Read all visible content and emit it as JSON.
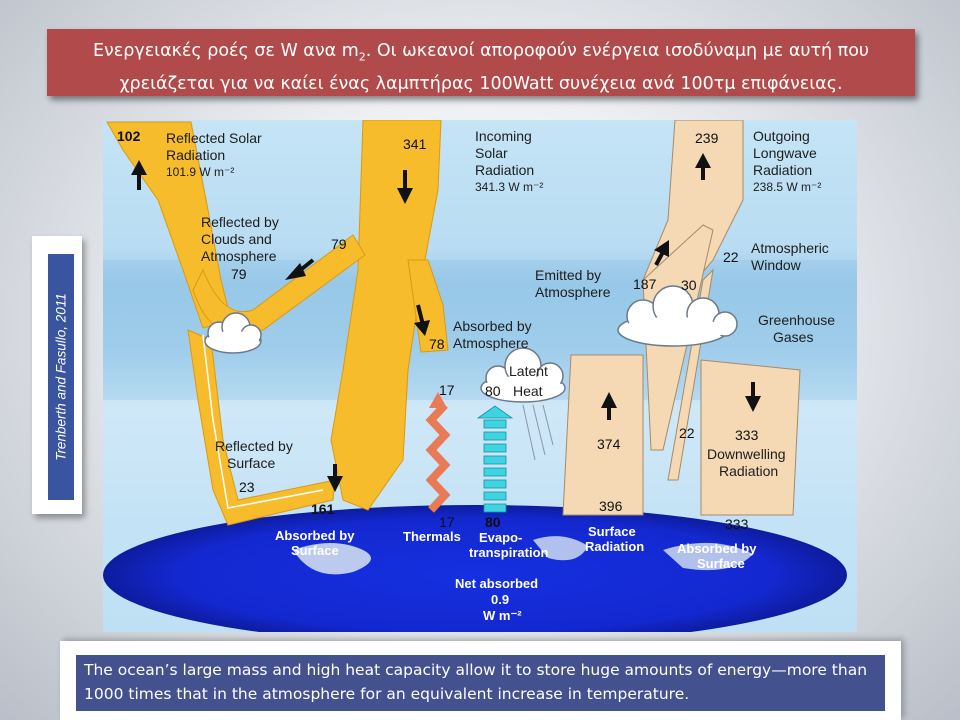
{
  "title": {
    "part1": "Ενεργειακές ροές σε W ανα m",
    "sub": "2",
    "part2": ". Οι ωκεανοί απορoφούν ενέργεια ισοδύναμη με αυτή που χρειάζεται για να καίει ένας λαμπτήρας 100Watt συνέχεια ανά 100τμ επιφάνειας."
  },
  "credit": "Trenberth and Fasullo, 2011",
  "diagram": {
    "reflected_solar": {
      "value": "102",
      "label1": "Reflected Solar",
      "label2": "Radiation",
      "label3": "101.9 W m⁻²"
    },
    "reflected_clouds": {
      "value": "79",
      "value2": "79",
      "label1": "Reflected by",
      "label2": "Clouds and",
      "label3": "Atmosphere"
    },
    "reflected_surface": {
      "label1": "Reflected by",
      "label2": "Surface",
      "value": "23"
    },
    "incoming": {
      "value": "341",
      "label1": "Incoming",
      "label2": "Solar",
      "label3": "Radiation",
      "label4": "341.3 W m⁻²"
    },
    "absorbed_atm": {
      "label1": "Absorbed by",
      "label2": "Atmosphere",
      "value": "78"
    },
    "absorbed_surface": {
      "value": "161",
      "label1": "Absorbed by",
      "label2": "Surface"
    },
    "thermals": {
      "top": "17",
      "bottom": "17",
      "label": "Thermals"
    },
    "latent": {
      "label1": "Latent",
      "label2": "Heat",
      "value": "80",
      "bottom": "80",
      "evap1": "Evapo-",
      "evap2": "transpiration"
    },
    "outgoing": {
      "value": "239",
      "label1": "Outgoing",
      "label2": "Longwave",
      "label3": "Radiation",
      "label4": "238.5 W m⁻²"
    },
    "window": {
      "value": "22",
      "label1": "Atmospheric",
      "label2": "Window",
      "value_low": "22"
    },
    "emitted": {
      "label1": "Emitted by",
      "label2": "Atmosphere",
      "value": "187",
      "value2": "30"
    },
    "greenhouse": {
      "label1": "Greenhouse",
      "label2": "Gases"
    },
    "surface_rad": {
      "value": "374",
      "bottom": "396",
      "label1": "Surface",
      "label2": "Radiation"
    },
    "downwelling": {
      "value": "333",
      "label1": "Downwelling",
      "label2": "Radiation",
      "bottom": "333",
      "abs1": "Absorbed by",
      "abs2": "Surface"
    },
    "net": {
      "label1": "Net absorbed",
      "value": "0.9",
      "unit": "W m⁻²"
    }
  },
  "caption": "The ocean’s large mass and high heat capacity allow it to store huge amounts of energy—more than 1000 times that in the atmosphere for an equivalent increase in temperature."
}
